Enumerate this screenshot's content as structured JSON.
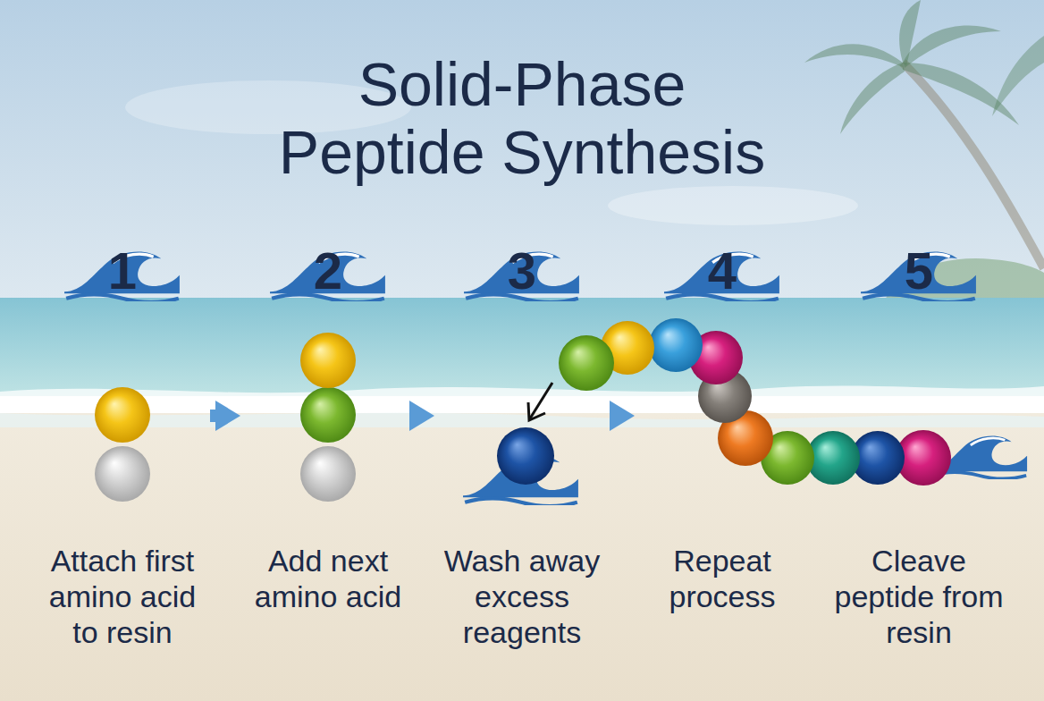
{
  "diagram": {
    "title": "Solid-Phase Peptide Synthesis",
    "nodes": [
      {
        "text": [
          "1",
          "Attach first amino acid to resin"
        ]
      },
      {
        "text": [
          "2",
          "Add next amino acid"
        ]
      },
      {
        "text": [
          "3",
          "Wash away excess reagents"
        ]
      },
      {
        "text": [
          "4",
          "Repeat process"
        ]
      },
      {
        "text": [
          "5",
          "Cleave peptide from resin"
        ]
      }
    ],
    "edges": [
      {
        "from": 0,
        "to": 1,
        "arrow": "to"
      },
      {
        "from": 1,
        "to": 2,
        "arrow": "to"
      },
      {
        "from": 2,
        "to": 3,
        "arrow": "to"
      }
    ]
  }
}
